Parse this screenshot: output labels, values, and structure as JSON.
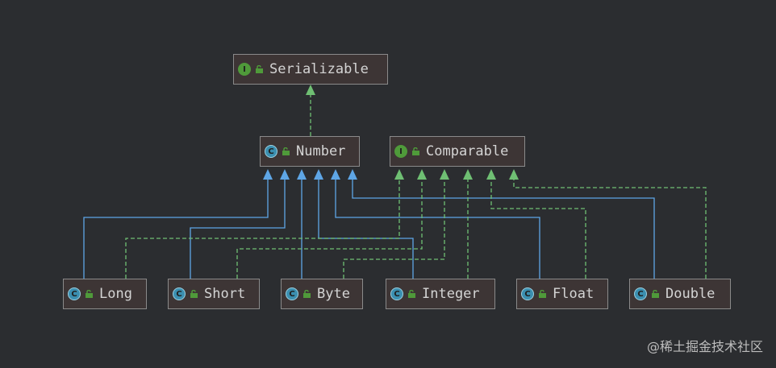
{
  "colors": {
    "background": "#2b2d30",
    "implements_edge": "#6fbf73",
    "extends_edge": "#5ea6e6",
    "node_fill": "#3d3535",
    "node_border": "#8a8a8a"
  },
  "icons": {
    "interface": "interface-i-icon",
    "class": "class-c-icon",
    "visibility": "open-lock-icon"
  },
  "nodes": [
    {
      "id": "serializable",
      "label": "Serializable",
      "kind": "interface",
      "badge": "I"
    },
    {
      "id": "number",
      "label": "Number",
      "kind": "class",
      "badge": "C"
    },
    {
      "id": "comparable",
      "label": "Comparable",
      "kind": "interface",
      "badge": "I"
    },
    {
      "id": "long",
      "label": "Long",
      "kind": "class",
      "badge": "C"
    },
    {
      "id": "short",
      "label": "Short",
      "kind": "class",
      "badge": "C"
    },
    {
      "id": "byte",
      "label": "Byte",
      "kind": "class",
      "badge": "C"
    },
    {
      "id": "integer",
      "label": "Integer",
      "kind": "class",
      "badge": "C"
    },
    {
      "id": "float",
      "label": "Float",
      "kind": "class",
      "badge": "C"
    },
    {
      "id": "double",
      "label": "Double",
      "kind": "class",
      "badge": "C"
    }
  ],
  "edges": [
    {
      "from": "number",
      "to": "serializable",
      "type": "implements"
    },
    {
      "from": "long",
      "to": "number",
      "type": "extends"
    },
    {
      "from": "short",
      "to": "number",
      "type": "extends"
    },
    {
      "from": "byte",
      "to": "number",
      "type": "extends"
    },
    {
      "from": "integer",
      "to": "number",
      "type": "extends"
    },
    {
      "from": "float",
      "to": "number",
      "type": "extends"
    },
    {
      "from": "double",
      "to": "number",
      "type": "extends"
    },
    {
      "from": "long",
      "to": "comparable",
      "type": "implements"
    },
    {
      "from": "short",
      "to": "comparable",
      "type": "implements"
    },
    {
      "from": "byte",
      "to": "comparable",
      "type": "implements"
    },
    {
      "from": "integer",
      "to": "comparable",
      "type": "implements"
    },
    {
      "from": "float",
      "to": "comparable",
      "type": "implements"
    },
    {
      "from": "double",
      "to": "comparable",
      "type": "implements"
    }
  ],
  "watermark": "@稀土掘金技术社区"
}
